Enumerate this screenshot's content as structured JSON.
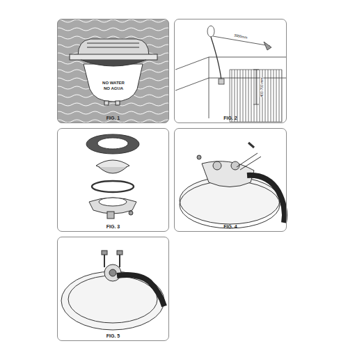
{
  "diagram": {
    "nodes": [
      {
        "text": [
          "FIG. 1"
        ]
      },
      {
        "text": [
          "FIG. 2"
        ]
      },
      {
        "text": [
          "FIG. 3"
        ]
      },
      {
        "text": [
          "FIG. 4"
        ]
      },
      {
        "text": [
          "FIG. 5"
        ]
      }
    ],
    "labels": [
      "NO WATER",
      "NO AGUA",
      "3500mm",
      "400-700 mm"
    ]
  }
}
